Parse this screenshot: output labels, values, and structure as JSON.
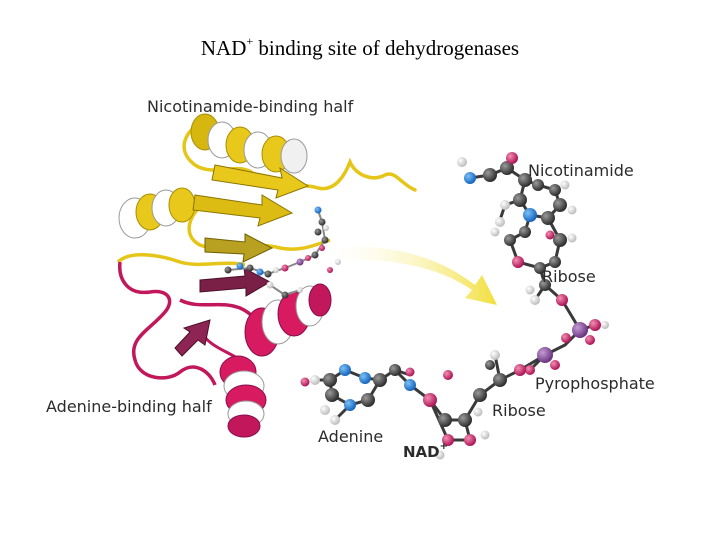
{
  "title": {
    "main": "NAD",
    "sup": "+",
    "rest": " binding site of dehydrogenases"
  },
  "labels": {
    "nicotinamide_half": "Nicotinamide-binding half",
    "adenine_half": "Adenine-binding half",
    "nicotinamide": "Nicotinamide",
    "ribose_top": "Ribose",
    "pyrophosphate": "Pyrophosphate",
    "ribose_bottom": "Ribose",
    "adenine": "Adenine",
    "nad_main": "NAD",
    "nad_sup": "+"
  },
  "colors": {
    "nicotinamide_domain": "#e8c81a",
    "adenine_domain": "#c2185b",
    "carbon_atom": "#444444",
    "nitrogen_atom": "#1e88e5",
    "oxygen_atom": "#d81b60",
    "phosphorus_atom": "#8e44ad",
    "hydrogen_atom": "#ffffff",
    "arrow": "#f2df3a"
  }
}
